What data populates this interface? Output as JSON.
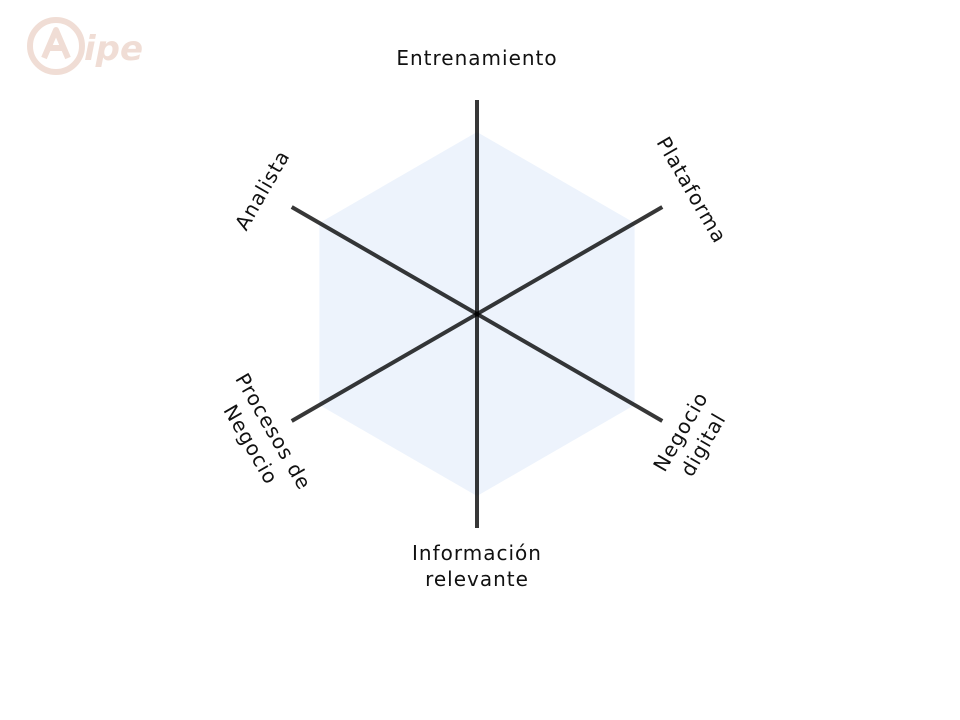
{
  "logo": {
    "text": "ipe",
    "color": "#f0ddd3"
  },
  "diagram": {
    "type": "hexagon-axes",
    "fill_color": "#edf3fc",
    "axis_color": "#000000",
    "axes": [
      {
        "id": "entrenamiento",
        "lines": [
          "Entrenamiento"
        ]
      },
      {
        "id": "plataforma",
        "lines": [
          "Plataforma"
        ]
      },
      {
        "id": "negocio-digital",
        "lines": [
          "Negocio",
          "digital"
        ]
      },
      {
        "id": "informacion-relevante",
        "lines": [
          "Información",
          "relevante"
        ]
      },
      {
        "id": "procesos-de-negocio",
        "lines": [
          "Procesos de",
          "Negocio"
        ]
      },
      {
        "id": "analista",
        "lines": [
          "Analista"
        ]
      }
    ]
  }
}
